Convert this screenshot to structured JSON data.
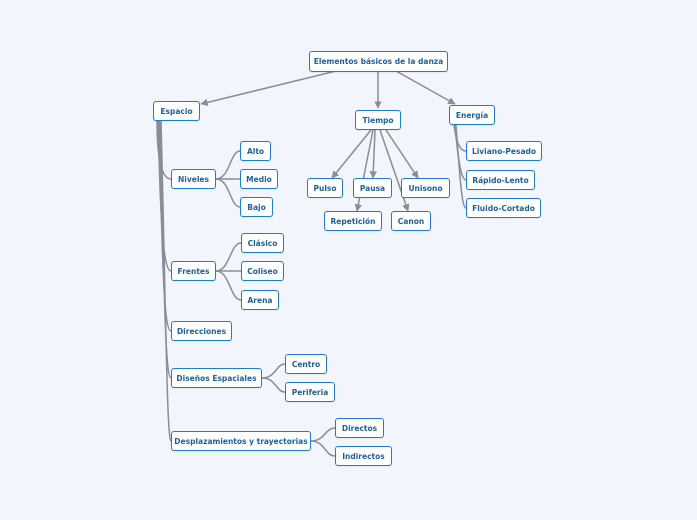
{
  "colors": {
    "background": "#f3f5fc",
    "node_border": "#1d7fc4",
    "node_text": "#1f5f99",
    "connector": "#8a8d96"
  },
  "mindmap": {
    "root": "Elementos básicos de la danza",
    "espacio": {
      "label": "Espacio",
      "niveles": {
        "label": "Niveles",
        "children": [
          "Alto",
          "Medio",
          "Bajo"
        ]
      },
      "frentes": {
        "label": "Frentes",
        "children": [
          "Clásico",
          "Coliseo",
          "Arena"
        ]
      },
      "direcciones": {
        "label": "Direcciones"
      },
      "disenos": {
        "label": "Diseños Espaciales",
        "children": [
          "Centro",
          "Periferia"
        ]
      },
      "desplazamientos": {
        "label": "Desplazamientos y trayectorias",
        "children": [
          "Directos",
          "Indirectos"
        ]
      }
    },
    "tiempo": {
      "label": "Tiempo",
      "children": [
        "Pulso",
        "Pausa",
        "Unisono",
        "Repetición",
        "Canon"
      ]
    },
    "energia": {
      "label": "Energía",
      "children": [
        "Liviano-Pesado",
        "Rápido-Lento",
        "Fluido-Cortado"
      ]
    }
  }
}
